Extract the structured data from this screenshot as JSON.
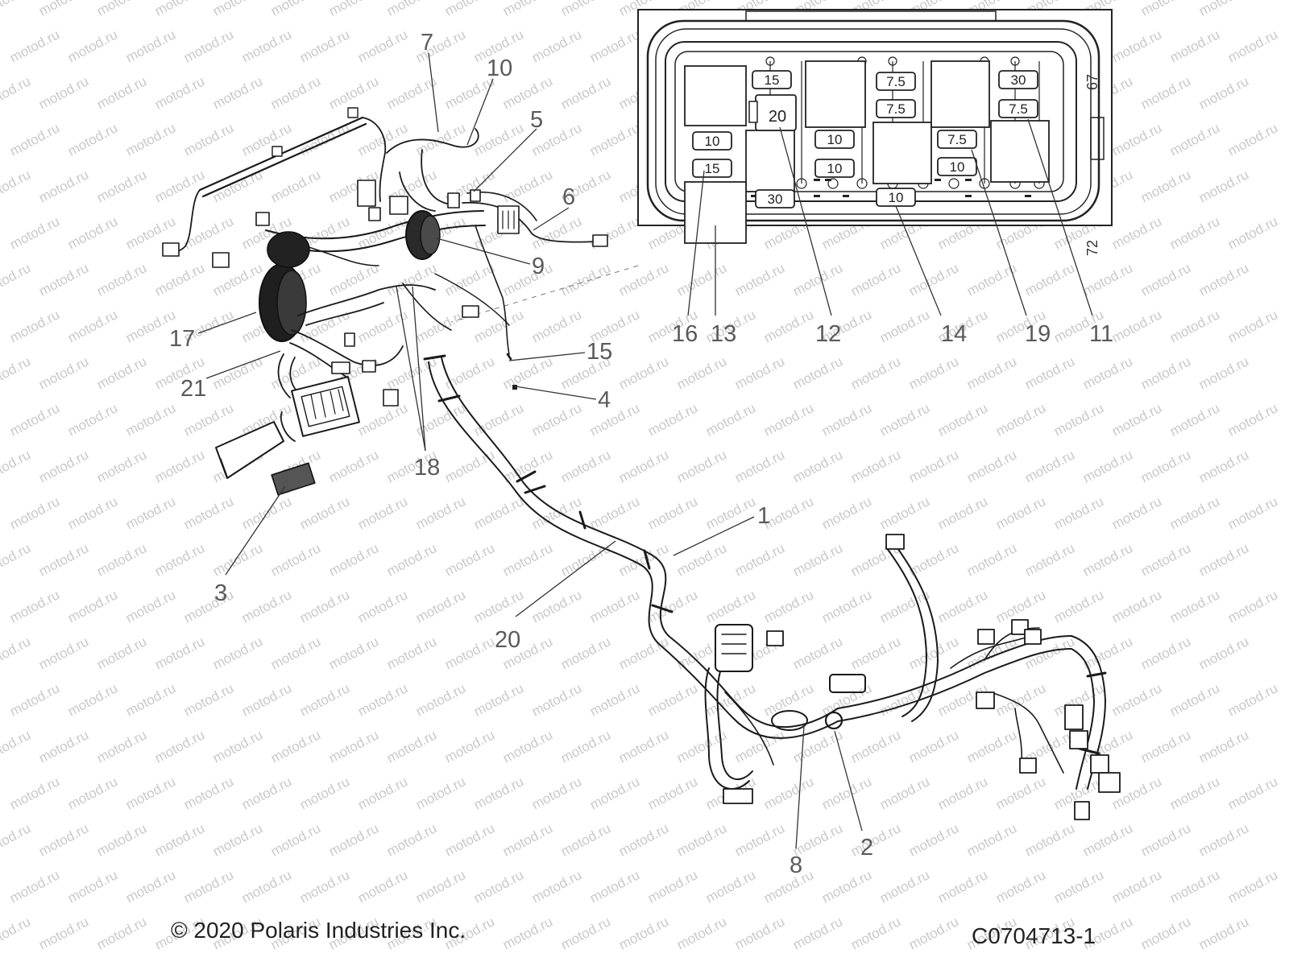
{
  "watermark": "motod.ru",
  "footer": {
    "copyright": "© 2020 Polaris Industries Inc.",
    "code": "C0704713-1"
  },
  "inset": {
    "pin_top": "67",
    "pin_bottom": "72",
    "fuses": [
      "15",
      "7.5",
      "30",
      "7.5",
      "7.5",
      "20",
      "10",
      "10",
      "7.5",
      "15",
      "10",
      "10",
      "30",
      "10"
    ],
    "callouts": [
      "16",
      "13",
      "12",
      "14",
      "19",
      "11"
    ]
  },
  "callouts": [
    "7",
    "10",
    "5",
    "6",
    "9",
    "17",
    "21",
    "15",
    "4",
    "18",
    "3",
    "1",
    "20",
    "8",
    "2"
  ],
  "colors": {
    "line": "#1a1a1a",
    "label": "#5a5a5a",
    "watermark": "#c9c9c9"
  }
}
